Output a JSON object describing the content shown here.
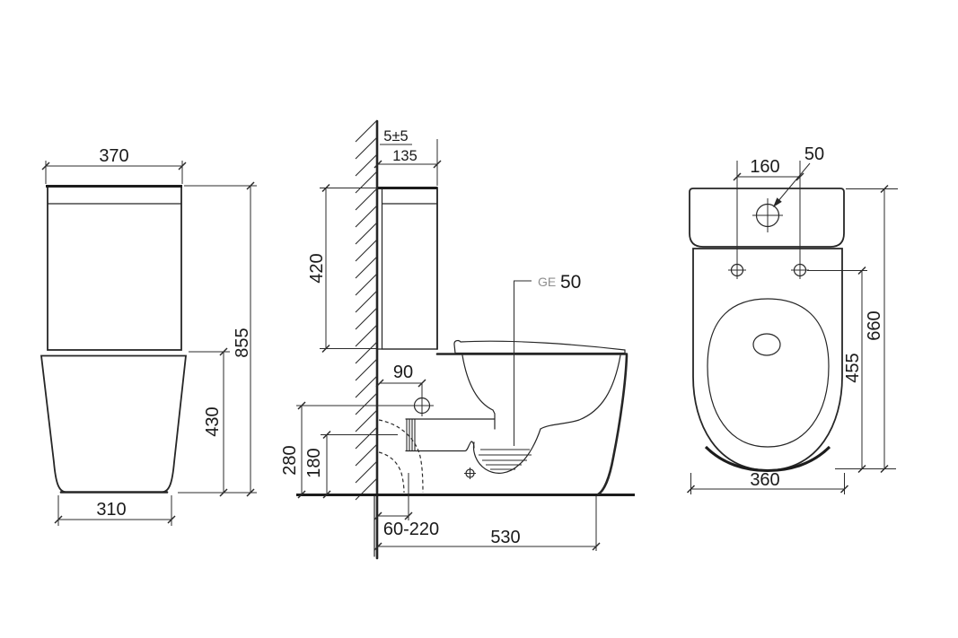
{
  "colors": {
    "line": "#262626",
    "text": "#1a1a1a",
    "muted_label": "#8f8f8f",
    "background": "#ffffff"
  },
  "views": {
    "front": {
      "dims": {
        "tank_width": "370",
        "total_height": "855",
        "bowl_height": "430",
        "base_width": "310"
      }
    },
    "side": {
      "dims": {
        "wall_gap": "5±5",
        "tank_depth": "135",
        "tank_height": "420",
        "inlet_offset": "90",
        "inlet_height": "280",
        "outlet_height": "180",
        "outlet_floor_range": "60-220",
        "total_depth": "530"
      },
      "outlet_label": {
        "prefix": "GE",
        "value": "50"
      }
    },
    "top": {
      "dims": {
        "hole_spacing": "160",
        "hole_size": "50",
        "total_length": "660",
        "holes_to_front": "455",
        "bowl_width": "360"
      }
    }
  }
}
